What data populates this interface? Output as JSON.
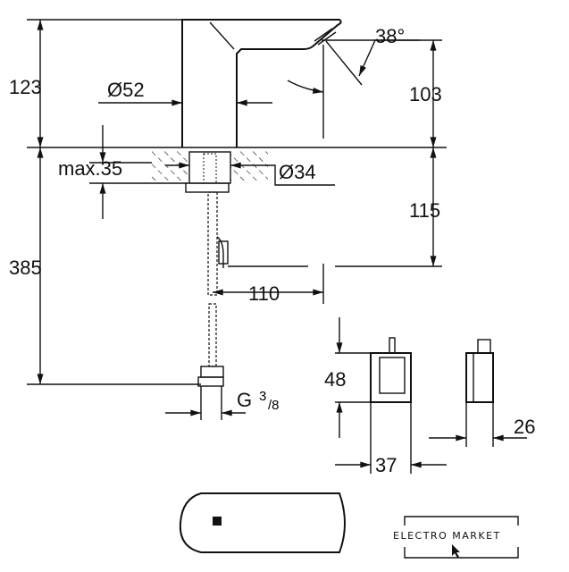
{
  "dimensions": {
    "height_top": "123",
    "height_total": "385",
    "diameter_body": "Ø52",
    "angle": "38°",
    "spout_height": "103",
    "max_thickness": "max.35",
    "hole_diameter": "Ø34",
    "lower_height": "115",
    "reach": "110",
    "thread": "G",
    "thread_num": "3",
    "thread_den": "/8",
    "box_height": "48",
    "box_width": "37",
    "box_depth": "26"
  },
  "watermark": {
    "text": "ELECTRO MARKET"
  }
}
